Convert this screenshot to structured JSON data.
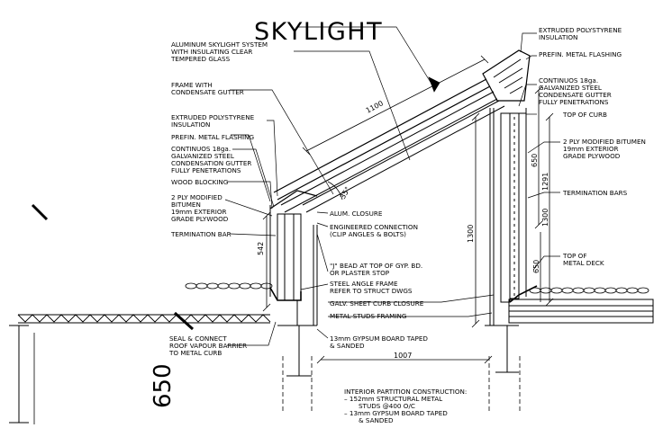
{
  "title": "SKYLIGHT",
  "labels_left": [
    [
      "ALUMINUM SKYLIGHT SYSTEM",
      "WITH INSULATING CLEAR",
      "TEMPERED GLASS"
    ],
    [
      "FRAME WITH",
      "CONDENSATE GUTTER"
    ],
    [
      "EXTRUDED POLYSTYRENE",
      "INSULATION"
    ],
    [
      "PREFIN. METAL FLASHING"
    ],
    [
      "CONTINUOS 18ga.",
      "GALVANIZED STEEL",
      "CONDENSATION GUTTER",
      "FULLY PENETRATIONS"
    ],
    [
      "WOOD BLOCKING"
    ],
    [
      "2 PLY MODIFIED",
      "BITUMEN",
      "19mm EXTERIOR",
      "GRADE PLYWOOD"
    ],
    [
      "TERMINATION BAR"
    ],
    [
      "SEAL & CONNECT",
      "ROOF VAPOUR BARRIER",
      "TO METAL CURB"
    ]
  ],
  "labels_right": [
    [
      "EXTRUDED POLYSTYRENE",
      "INSULATION"
    ],
    [
      "PREFIN. METAL FLASHING"
    ],
    [
      "CONTINUOS 18ga.",
      "GALVANIZED STEEL",
      "CONDENSATE GUTTER",
      "FULLY PENETRATIONS"
    ],
    [
      "TOP OF CURB"
    ],
    [
      "2 PLY MODIFIED BITUMEN",
      "19mm EXTERIOR",
      "GRADE PLYWOOD"
    ],
    [
      "TERMINATION BARS"
    ],
    [
      "TOP OF",
      "METAL DECK"
    ]
  ],
  "labels_center": [
    [
      "ALUM. CLOSURE"
    ],
    [
      "ENGINEERED CONNECTION",
      "(CLIP ANGLES & BOLTS)"
    ],
    [
      "\"J\" BEAD AT TOP OF GYP. BD.",
      "OR PLASTER STOP"
    ],
    [
      "STEEL ANGLE FRAME",
      "REFER TO STRUCT DWGS"
    ],
    [
      "GALV. SHEET CURB CLOSURE"
    ],
    [
      "METAL STUDS FRAMING"
    ],
    [
      "13mm GYPSUM BOARD TAPED",
      "& SANDED"
    ]
  ],
  "partition_note": [
    "INTERIOR PARTITION CONSTRUCTION:",
    "– 152mm STRUCTURAL METAL",
    "  STUDS @400 O/C",
    "– 13mm GYPSUM BOARD TAPED",
    "  & SANDED"
  ],
  "dimensions": {
    "slope": "1100",
    "angle": "35°",
    "left_curb": "542",
    "center_height": "1300",
    "right_upper": "650",
    "right_total": "1291",
    "right_mid": "1300",
    "right_lower": "650",
    "bottom_span": "1007",
    "side_scale": "650"
  }
}
